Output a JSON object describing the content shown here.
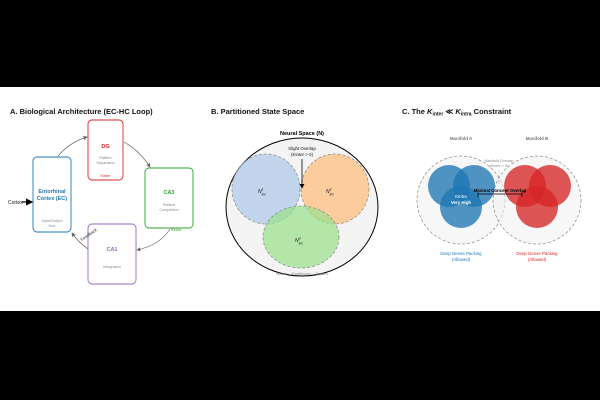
{
  "panelA": {
    "title": "A. Biological Architecture (EC-HC Loop)",
    "ec": {
      "title_line1": "Entorhinal",
      "title_line2": "Cortex (EC)",
      "note_line1": "Input/Output",
      "note_line2": "Hub"
    },
    "dg": {
      "title": "DG",
      "note_line1": "Pattern",
      "note_line2": "Separation",
      "metric": "Kinter"
    },
    "ca3": {
      "title": "CA3",
      "note_line1": "Pattern",
      "note_line2": "Completion",
      "metric": "Kintra"
    },
    "ca1": {
      "title": "CA1",
      "note": "Integration"
    },
    "cortex_label": "Cortex",
    "feedback_label": "Feedback",
    "colors": {
      "ec": "#1f77b4",
      "dg": "#d62728",
      "ca3": "#2ca02c",
      "ca1": "#9467bd"
    }
  },
  "panelB": {
    "title": "B. Partitioned State Space",
    "space_label": "Neural Space (N)",
    "overlap_line1": "Slight Overlap",
    "overlap_line2": "(Kinter > 0)",
    "sets": [
      {
        "base": "N",
        "sup": "1",
        "sub": "loc",
        "color": "#aec7e8"
      },
      {
        "base": "N",
        "sup": "2",
        "sub": "loc",
        "color": "#ffbb78"
      },
      {
        "base": "N",
        "sup": "3",
        "sub": "loc",
        "color": "#98df8a"
      }
    ],
    "footer_note": "Neural ... Partitioned ... Spaces"
  },
  "panelC": {
    "title_prefix": "C. The ",
    "title_suffix": " Constraint",
    "manifold_a": "Manifold A",
    "manifold_b": "Manifold B",
    "overlap_line1": "Manifold Overlap",
    "overlap_line2": "(Kinter > 0)",
    "minimal_label": "Minimal Concept Overlap",
    "kintra_line1": "Kintra",
    "kintra_line2": "Very High",
    "left_caption_line1": "Deep Dense Packing",
    "left_caption_line2": "(Allowed)",
    "right_caption_line1": "Deep Dense Packing",
    "right_caption_line2": "(Allowed)",
    "colors": {
      "a": "#1f77b4",
      "b": "#d62728"
    }
  }
}
